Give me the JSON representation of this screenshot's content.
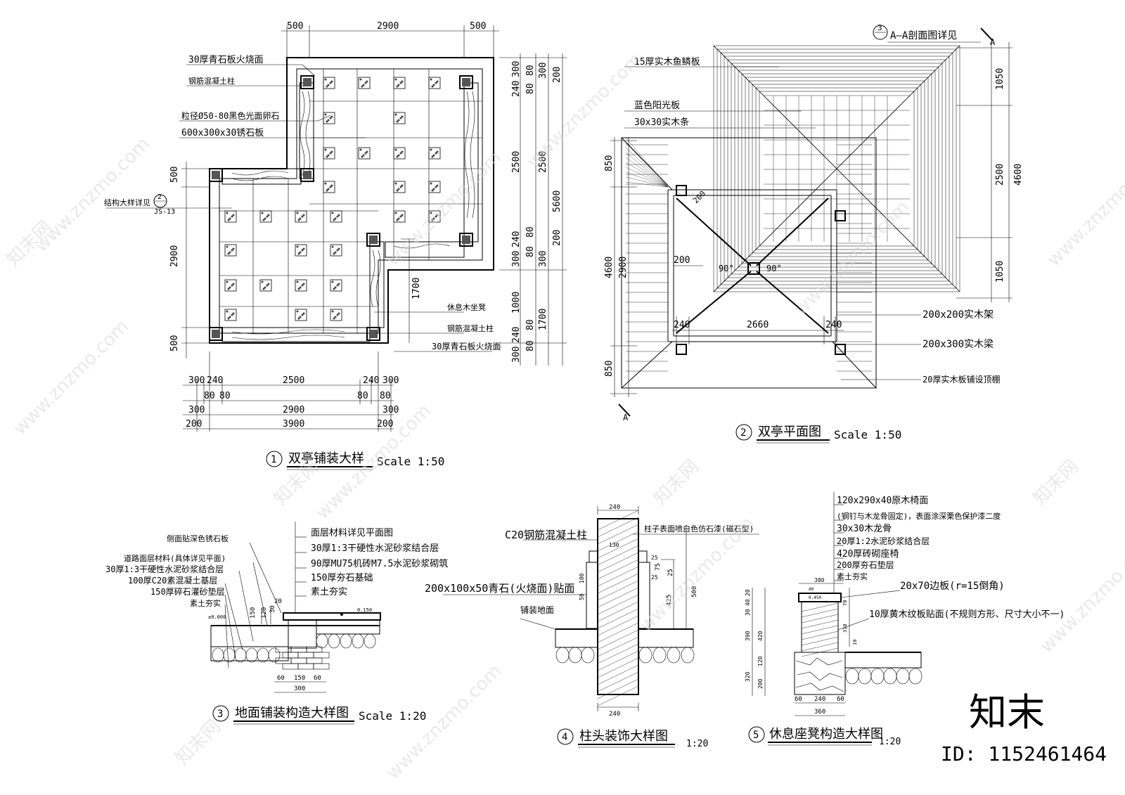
{
  "views": {
    "v1": {
      "num": "1",
      "title": "双亭铺装大样",
      "scale": "Scale 1:50"
    },
    "v2": {
      "num": "2",
      "title": "双亭平面图",
      "scale": "Scale 1:50"
    },
    "v3": {
      "num": "3",
      "title": "地面铺装构造大样图",
      "scale": "Scale 1:20"
    },
    "v4": {
      "num": "4",
      "title": "柱头装饰大样图",
      "scale": "1:20"
    },
    "v5": {
      "num": "5",
      "title": "休息座凳构造大样图",
      "scale": "1:20"
    }
  },
  "plan1": {
    "dims_top": [
      "500",
      "2900",
      "500"
    ],
    "dims_left": [
      "500",
      "2900",
      "500"
    ],
    "dims_bottom_r1": [
      "300",
      "240",
      "2500",
      "240",
      "300"
    ],
    "dims_bottom_r2": [
      "80",
      "80",
      "80",
      "80"
    ],
    "dims_bottom_r3": [
      "300",
      "2900",
      "300"
    ],
    "dims_bottom_r4": [
      "200",
      "3900",
      "200"
    ],
    "dims_right_c1": [
      "300",
      "240",
      "2500",
      "240",
      "300",
      "1000",
      "240",
      "300"
    ],
    "dims_right_c2": [
      "80",
      "80",
      "80",
      "80",
      "80",
      "80"
    ],
    "dims_right_c3": [
      "300",
      "2500",
      "300",
      "1700"
    ],
    "dims_right_c4": [
      "200",
      "5600",
      "200"
    ],
    "dim_inner": "1700",
    "labels": [
      "30厚青石板火烧面",
      "钢筋混凝土柱",
      "粒径Ø50-80黑色光面卵石",
      "600x300x30锈石板",
      "休息木坐凳",
      "钢筋混凝土柱",
      "30厚青石板火烧面"
    ],
    "ref_label": "结构大样详见",
    "ref_num": "2",
    "ref_sheet": "JS-13"
  },
  "plan2": {
    "section_ref_num": "3",
    "section_ref": "A—A剖面图详见",
    "section_mark": "A",
    "labels": [
      "15厚实木鱼鳞板",
      "蓝色阳光板",
      "30x30实木条",
      "200x200实木架",
      "200x300实木梁",
      "20厚实木板铺设顶棚"
    ],
    "dims_right_a": [
      "1050",
      "2500",
      "1050"
    ],
    "dims_right_b": "4600",
    "dims_left_a": [
      "850",
      "2900",
      "850"
    ],
    "dims_left_b": "4600",
    "dims_inner": [
      "240",
      "2660",
      "240"
    ],
    "dim_200a": "200",
    "dim_200b": "200",
    "angle_a": "90°",
    "angle_b": "90°"
  },
  "detail3": {
    "labels_right": [
      "面层材料详见平面图",
      "30厚1:3干硬性水泥砂浆结合层",
      "90厚MU75机砖M7.5水泥砂浆砌筑",
      "150厚夯石基础",
      "素土夯实"
    ],
    "labels_left": [
      "侧面贴深色锈石板",
      "道路面层材料(具体详见平面)",
      "30厚1:3干硬性水泥砂浆结合层",
      "100厚C20素混凝土基层",
      "150厚碎石灌砂垫层",
      "素土夯实"
    ],
    "dims_bottom": [
      "60",
      "150",
      "60"
    ],
    "dim_total": "300",
    "dim_20": "20",
    "dims_v": [
      "150",
      "120",
      "30"
    ],
    "level_a": "±0.000",
    "level_b": "0.150"
  },
  "detail4": {
    "top_dim": "240",
    "labels": [
      "C20钢筋混凝土柱",
      "柱子表面喷白色仿石漆(磁石型)",
      "200x100x50青石(火烧面)贴面",
      "铺装地面"
    ],
    "dims_small": [
      "130",
      "25",
      "25",
      "100",
      "50"
    ],
    "dims_right": [
      "75",
      "25",
      "425",
      "500"
    ],
    "bottom_dim": "240"
  },
  "detail5": {
    "labels": [
      "120x290x40原木椅面",
      "(钢钉与木龙骨固定)，表面涂深栗色保护漆二度",
      "30x30木龙骨",
      "20厚1:2水泥砂浆结合层",
      "420厚砖砌座椅",
      "200厚夯石垫层",
      "素土夯实",
      "20x70边板(r=15倒角)",
      "10厚黄木纹板贴面(不规则方形、尺寸大小不一)"
    ],
    "dims_top": [
      "380",
      "40"
    ],
    "dims_left": [
      "20",
      "40",
      "30",
      "390",
      "420",
      "120",
      "320",
      "200"
    ],
    "dims_right": [
      "70",
      "310",
      "10"
    ],
    "dims_bottom": [
      "60",
      "240",
      "60"
    ],
    "dim_total": "360",
    "level": "0.450"
  },
  "watermark": {
    "site": "www.znzmo.com",
    "brand": "知末网",
    "logo": "知末",
    "id": "ID: 1152461464"
  }
}
